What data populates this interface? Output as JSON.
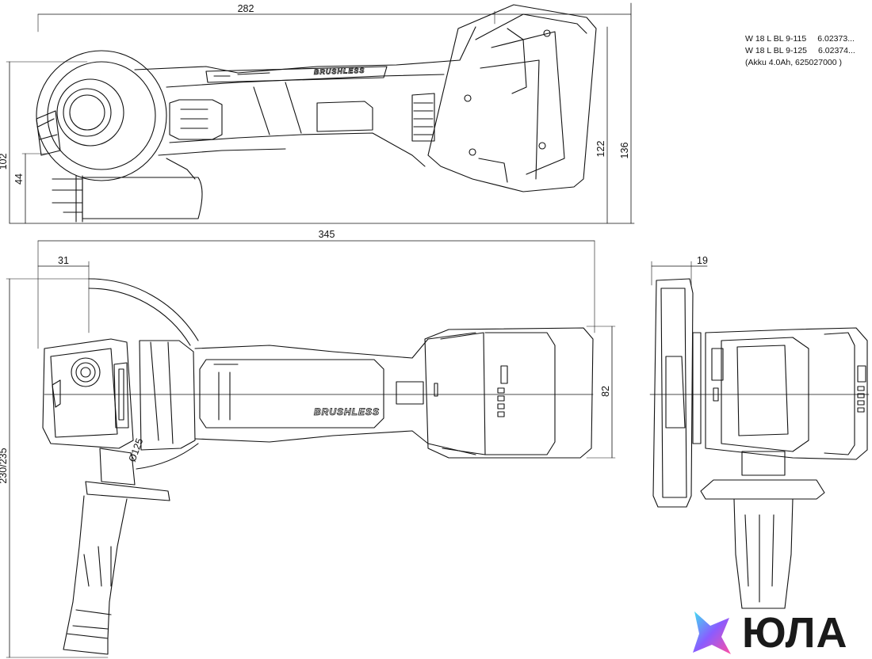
{
  "dimensions": {
    "top_length": "282",
    "height_102": "102",
    "height_44": "44",
    "height_122": "122",
    "height_136": "136",
    "length_345": "345",
    "offset_31": "31",
    "width_82": "82",
    "side_19": "19",
    "handle_230_235": "230/235"
  },
  "brand": {
    "brushless": "BRUSHLESS",
    "disc_mark": "Ø125"
  },
  "spec": {
    "line1_model": "W 18 L BL 9-115",
    "line1_code": "6.02373...",
    "line2_model": "W 18 L BL 9-125",
    "line2_code": "6.02374...",
    "line3": "(Akku 4.0Ah, 625027000 )"
  },
  "watermark": {
    "text": "ЮЛА"
  },
  "colors": {
    "line": "#111111",
    "logo_gradient": [
      "#3fe0f0",
      "#8a5cff",
      "#ff4fa3"
    ]
  }
}
